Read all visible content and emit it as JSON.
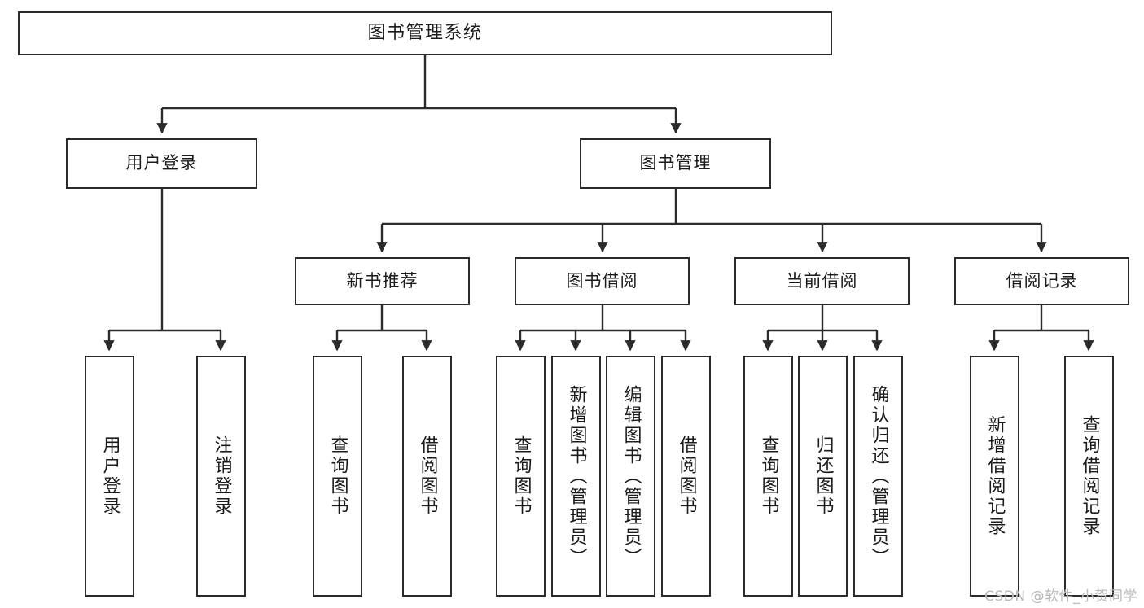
{
  "diagram": {
    "title": "图书管理系统",
    "type": "tree-hierarchy",
    "watermark": "CSDN @软件_小贺同学",
    "colors": {
      "background": "#ffffff",
      "box_border": "#2b2b2b",
      "box_fill": "#ffffff",
      "connector": "#2b2b2b",
      "text": "#1b1b1b",
      "watermark": "#b9b9b9"
    }
  },
  "root": {
    "label": "图书管理系统"
  },
  "level2": [
    {
      "label": "用户登录"
    },
    {
      "label": "图书管理"
    }
  ],
  "level3": [
    {
      "label": "新书推荐"
    },
    {
      "label": "图书借阅"
    },
    {
      "label": "当前借阅"
    },
    {
      "label": "借阅记录"
    }
  ],
  "leaves": {
    "user_login": [
      {
        "label": "用户登录"
      },
      {
        "label": "注销登录"
      }
    ],
    "new_book_recommend": [
      {
        "label": "查询图书"
      },
      {
        "label": "借阅图书"
      }
    ],
    "book_borrow": [
      {
        "label": "查询图书"
      },
      {
        "label": "新增图书（管理员）"
      },
      {
        "label": "编辑图书（管理员）"
      },
      {
        "label": "借阅图书"
      }
    ],
    "current_borrow": [
      {
        "label": "查询图书"
      },
      {
        "label": "归还图书"
      },
      {
        "label": "确认归还（管理员）"
      }
    ],
    "borrow_records": [
      {
        "label": "新增借阅记录"
      },
      {
        "label": "查询借阅记录"
      }
    ]
  }
}
